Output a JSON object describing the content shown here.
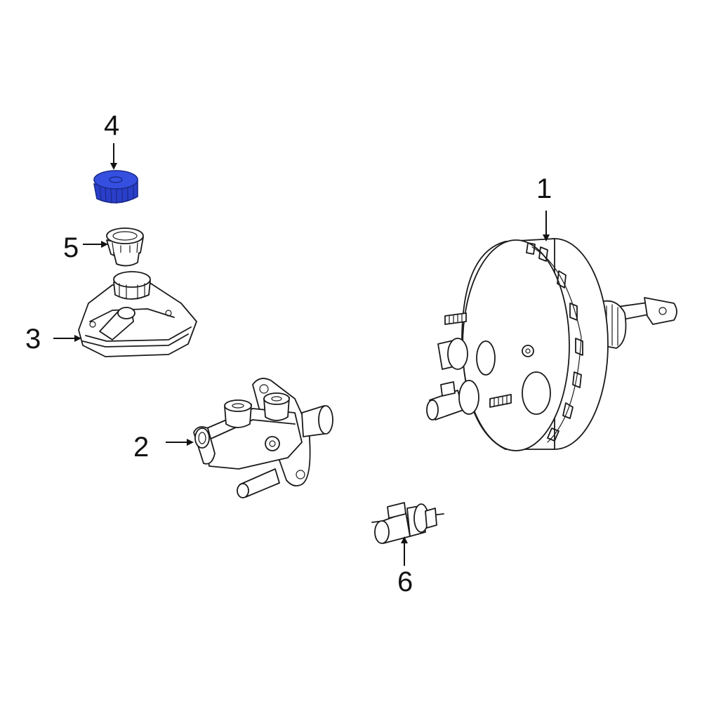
{
  "colors": {
    "highlight": "#2a3fc9",
    "highlight_dark": "#1a2a8a",
    "line": "#1a1a1a",
    "background": "#ffffff"
  },
  "callouts": [
    {
      "id": "1",
      "label": "1",
      "part": "brake-booster"
    },
    {
      "id": "2",
      "label": "2",
      "part": "master-cylinder"
    },
    {
      "id": "3",
      "label": "3",
      "part": "fluid-reservoir"
    },
    {
      "id": "4",
      "label": "4",
      "part": "reservoir-cap",
      "highlighted": true
    },
    {
      "id": "5",
      "label": "5",
      "part": "filler-strainer"
    },
    {
      "id": "6",
      "label": "6",
      "part": "vacuum-sensor"
    }
  ]
}
